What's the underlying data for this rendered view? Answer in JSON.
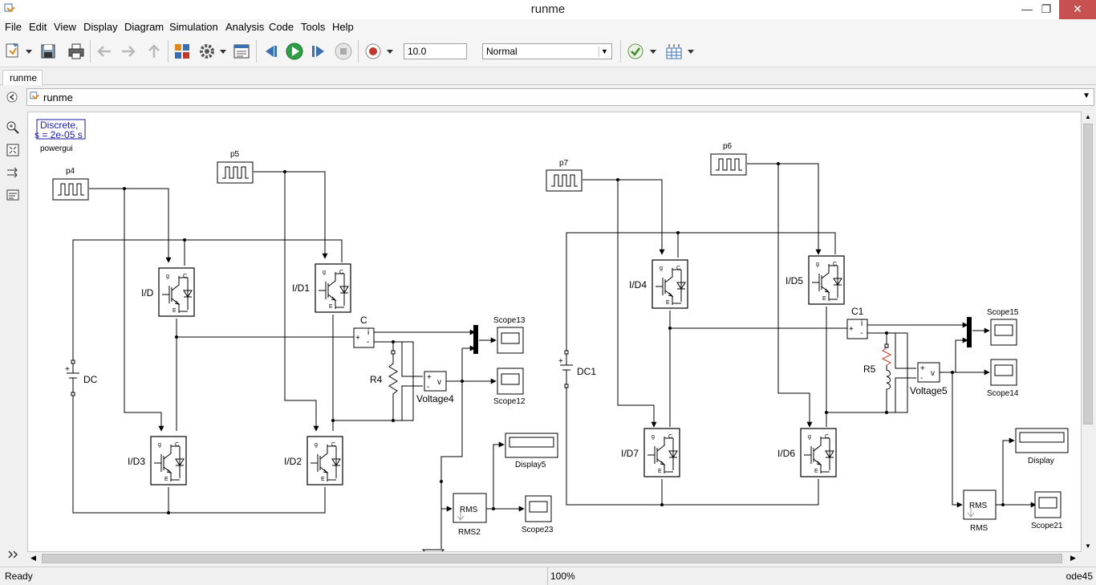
{
  "window": {
    "title": "runme",
    "minimize_label": "—",
    "restore_label": "❐",
    "close_label": "✕"
  },
  "menu": [
    "File",
    "Edit",
    "View",
    "Display",
    "Diagram",
    "Simulation",
    "Analysis",
    "Code",
    "Tools",
    "Help"
  ],
  "toolbar": {
    "stop_time": "10.0",
    "sim_mode": "Normal"
  },
  "tab": {
    "label": "runme"
  },
  "address": {
    "path": "runme"
  },
  "diagram": {
    "powergui": {
      "line1": "Discrete,",
      "line2": "s = 2e-05 s",
      "label": "powergui"
    },
    "pulses": [
      "p4",
      "p5",
      "p7",
      "p6"
    ],
    "switches": [
      "I/D",
      "I/D1",
      "I/D3",
      "I/D2",
      "I/D4",
      "I/D5",
      "I/D7",
      "I/D6"
    ],
    "switch_pins": {
      "g": "g",
      "c": "C",
      "e": "E"
    },
    "sources": [
      "DC",
      "DC1"
    ],
    "current_meters": [
      "C",
      "C1"
    ],
    "current_sign": "i",
    "resistors": [
      "R4",
      "R5"
    ],
    "voltage_meters": [
      "Voltage4",
      "Voltage5"
    ],
    "voltage_sign": "v",
    "scopes": [
      "Scope13",
      "Scope12",
      "Scope15",
      "Scope14",
      "Scope23",
      "Scope21"
    ],
    "displays": [
      "Display5",
      "Display"
    ],
    "rms": [
      {
        "name": "RMS2",
        "text": "RMS"
      },
      {
        "name": "RMS",
        "text": "RMS"
      }
    ],
    "plus": "+",
    "minus": "-"
  },
  "status": {
    "left": "Ready",
    "zoom": "100%",
    "solver": "ode45"
  },
  "colors": {
    "wire": "#000000",
    "powergui_text": "#1a1aa6",
    "run_green": "#2ea043",
    "record_red": "#c0392b",
    "close_red": "#c75050"
  }
}
